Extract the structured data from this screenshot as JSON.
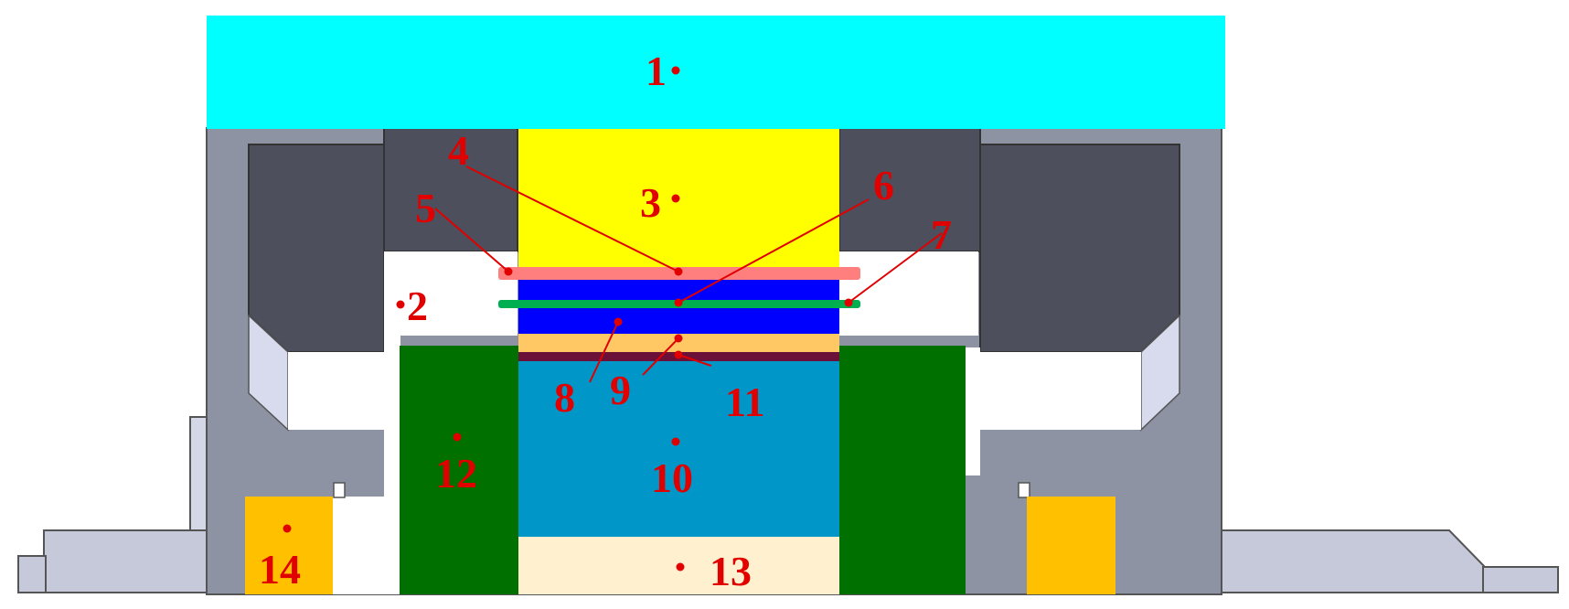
{
  "labels": {
    "l1": "1",
    "l2": "2",
    "l3": "3",
    "l4": "4",
    "l5": "5",
    "l6": "6",
    "l7": "7",
    "l8": "8",
    "l9": "9",
    "l10": "10",
    "l11": "11",
    "l12": "12",
    "l13": "13",
    "l14": "14"
  },
  "colors": {
    "label": "#e00000",
    "part1": "#00ffff",
    "part3": "#ffff00",
    "part4": "#ff7f7f",
    "part6_8": "#0000ff",
    "part7": "#00b050",
    "part9": "#ffc864",
    "part11": "#6b1038",
    "part10": "#0096c8",
    "part12": "#007000",
    "part13": "#fff0d0",
    "part14": "#ffc000",
    "housing": "#8d93a3",
    "housing_dark": "#4d4f5c"
  }
}
